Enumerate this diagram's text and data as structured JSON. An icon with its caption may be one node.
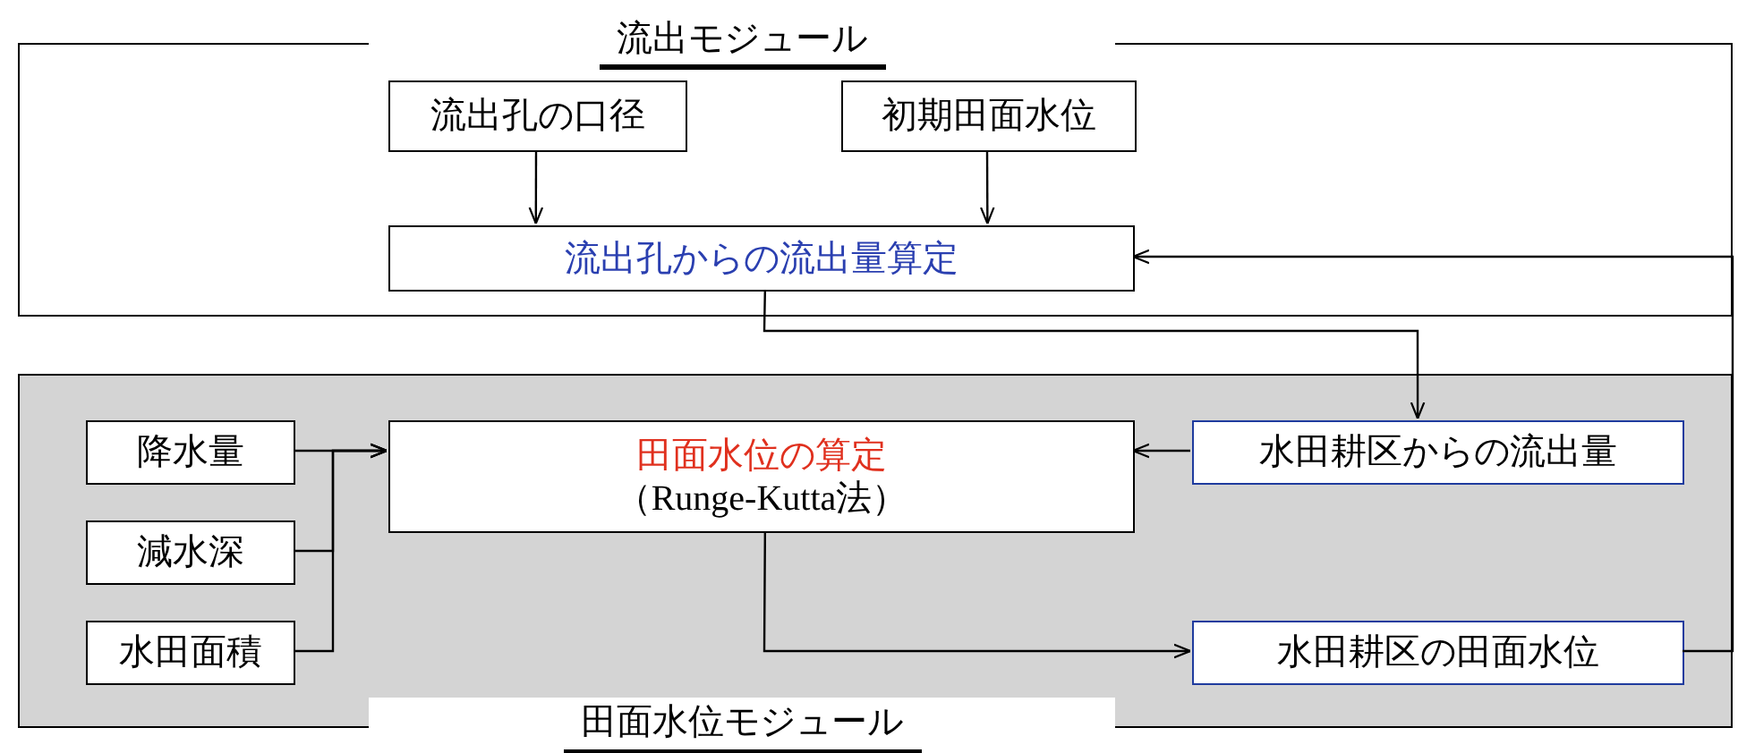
{
  "diagram": {
    "nodes": [
      {
        "text": [
          "流出モジュール"
        ]
      },
      {
        "text": [
          "流出孔の口径"
        ],
        "in": 0
      },
      {
        "text": [
          "初期田面水位"
        ],
        "in": 0
      },
      {
        "text": [
          "流出孔からの流出量算定"
        ],
        "in": 0
      },
      {
        "text": [
          "田面水位モジュール"
        ]
      },
      {
        "text": [
          "降水量"
        ],
        "in": 4
      },
      {
        "text": [
          "減水深"
        ],
        "in": 4
      },
      {
        "text": [
          "水田面積"
        ],
        "in": 4
      },
      {
        "text": [
          "田面水位の算定",
          "（Runge-Kutta法）"
        ],
        "in": 4
      },
      {
        "text": [
          "水田耕区からの流出量"
        ],
        "in": 4
      },
      {
        "text": [
          "水田耕区の田面水位"
        ],
        "in": 4
      }
    ],
    "edges": [
      {
        "from": 1,
        "to": 3,
        "arrow": "to"
      },
      {
        "from": 2,
        "to": 3,
        "arrow": "to"
      },
      {
        "from": 3,
        "to": 9,
        "arrow": "to"
      },
      {
        "from": 9,
        "to": 8,
        "arrow": "to"
      },
      {
        "from": 5,
        "to": 8,
        "arrow": "to"
      },
      {
        "from": 6,
        "to": 8,
        "arrow": "to"
      },
      {
        "from": 7,
        "to": 8,
        "arrow": "to"
      },
      {
        "from": 8,
        "to": 10,
        "arrow": "to"
      },
      {
        "from": 10,
        "to": 3,
        "arrow": "to"
      }
    ]
  }
}
